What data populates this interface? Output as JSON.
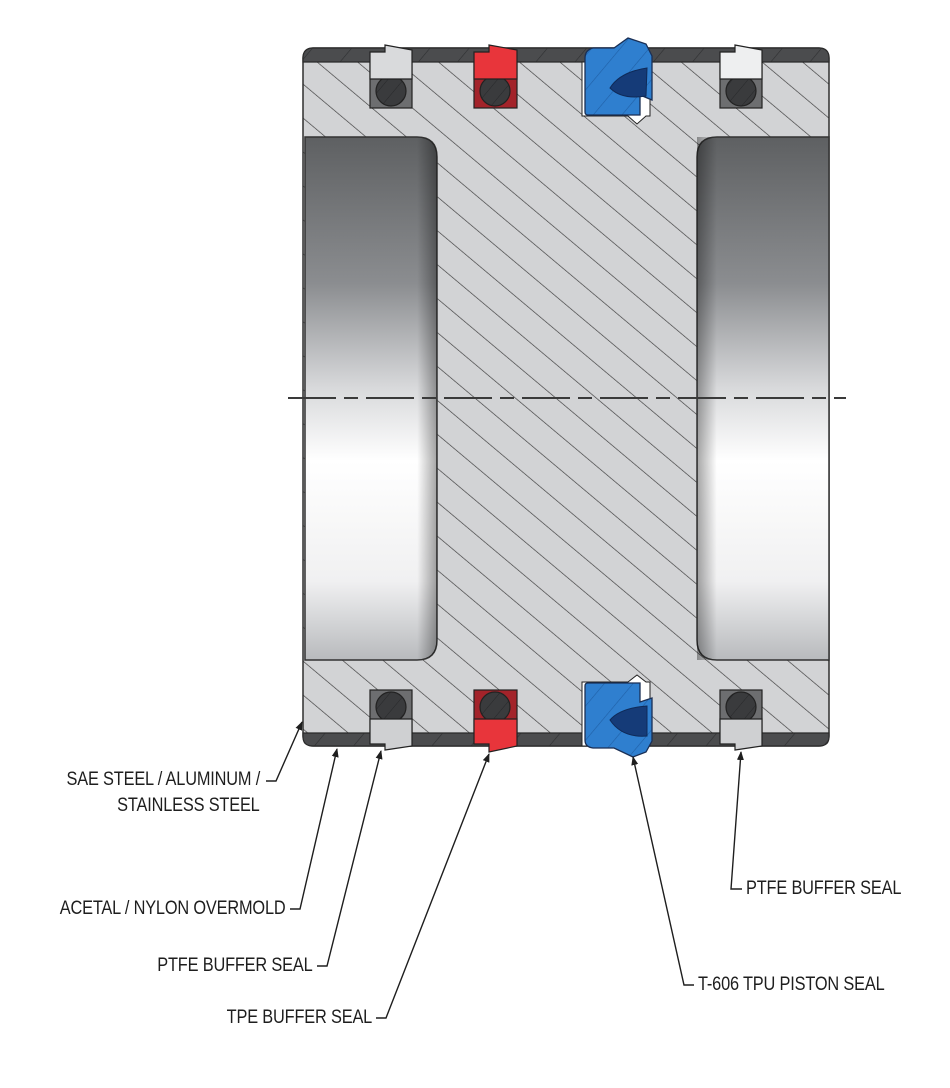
{
  "diagram": {
    "type": "cross-section",
    "subject": "piston with overmold and seals",
    "colors": {
      "body_fill": "#d2d3d5",
      "hatch_line": "#3a3a3a",
      "overmold": "#4b4c4e",
      "bore_dark": "#5e6062",
      "bore_light": "#ffffff",
      "ptfe_seal": "#cfd0d2",
      "oring": "#3a3b3d",
      "tpe_seal": "#e8353b",
      "tpe_seal_dark": "#a3232a",
      "tpu_seal": "#2f7fcf",
      "tpu_seal_dark": "#153b78",
      "text": "#1e1e1e"
    },
    "callouts": [
      {
        "id": "body-material",
        "lines": [
          "SAE STEEL / ALUMINUM /",
          "STAINLESS STEEL"
        ]
      },
      {
        "id": "overmold",
        "lines": [
          "ACETAL / NYLON OVERMOLD"
        ]
      },
      {
        "id": "ptfe-buffer-seal-left",
        "lines": [
          "PTFE BUFFER SEAL"
        ]
      },
      {
        "id": "tpe-buffer-seal",
        "lines": [
          "TPE BUFFER SEAL"
        ]
      },
      {
        "id": "tpu-piston-seal",
        "lines": [
          "T-606 TPU PISTON SEAL"
        ]
      },
      {
        "id": "ptfe-buffer-seal-right",
        "lines": [
          "PTFE BUFFER SEAL"
        ]
      }
    ]
  }
}
